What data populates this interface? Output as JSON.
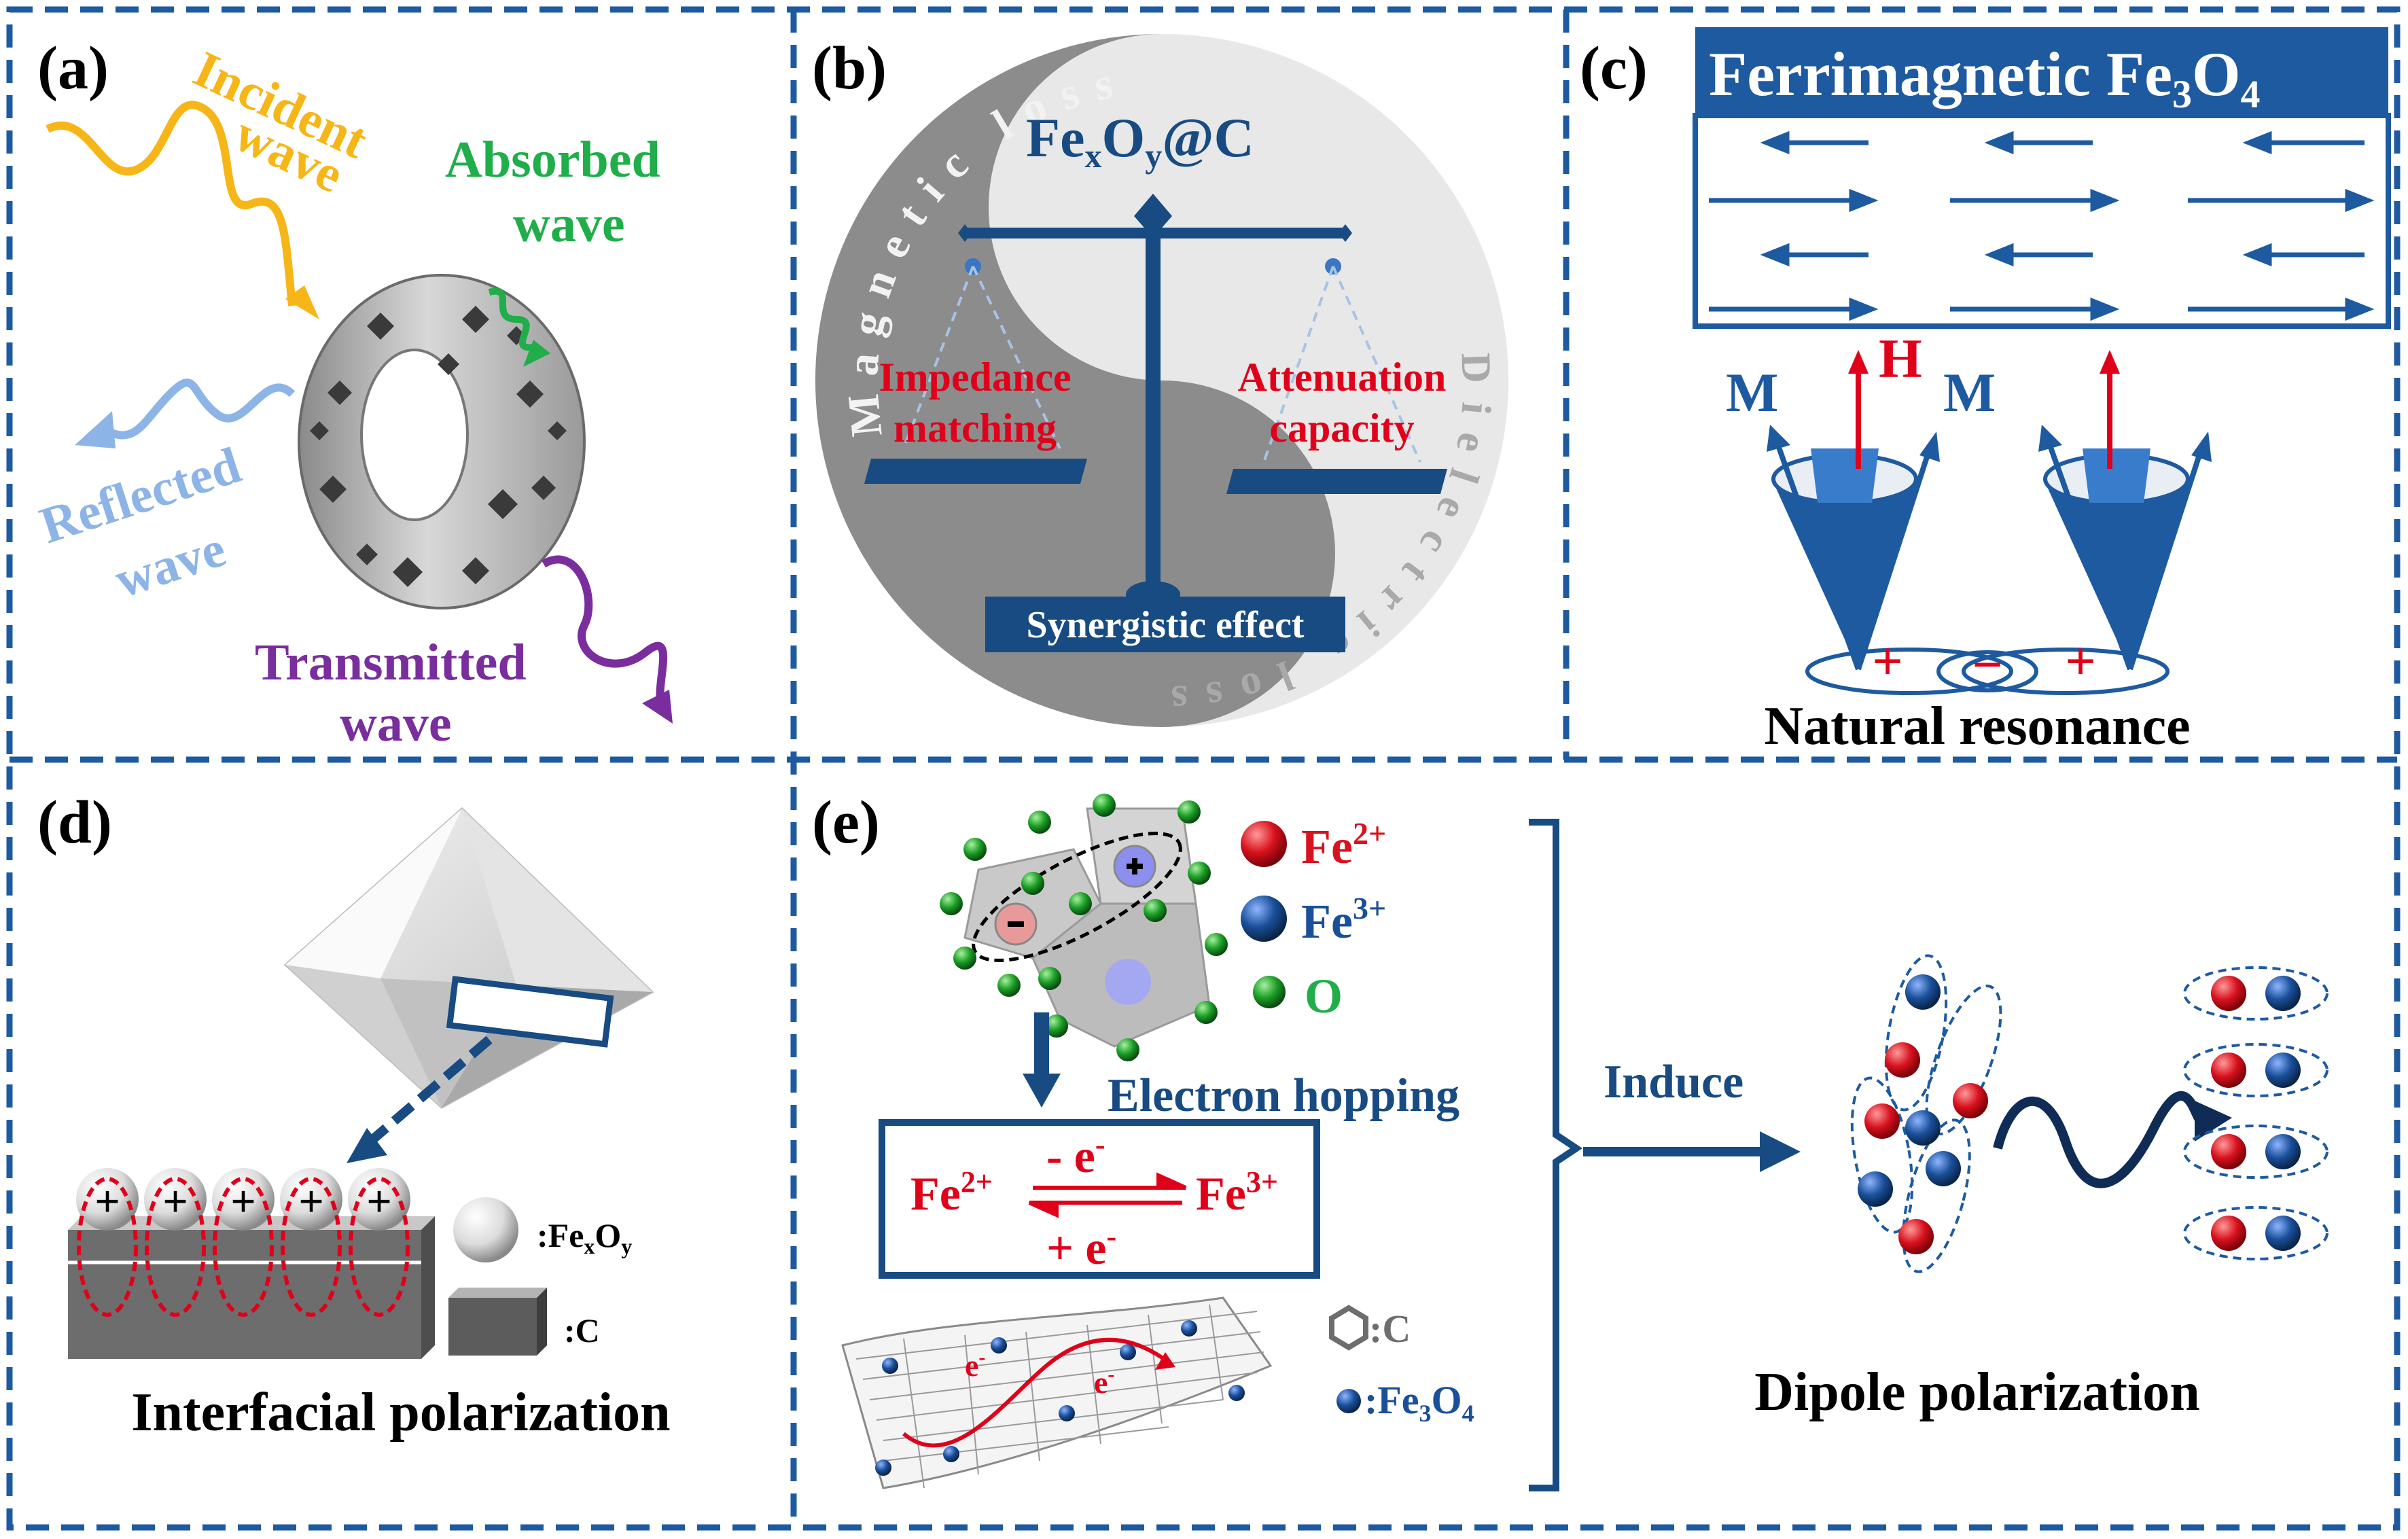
{
  "colors": {
    "frame": "#1e5aa0",
    "dark_blue": "#134f8f",
    "navy": "#174b82",
    "red": "#e0001a",
    "incident": "#f7b617",
    "absorbed": "#1fae4a",
    "reflected": "#8db4e6",
    "transmitted": "#7a2e9e",
    "fe2": "#d8121e",
    "fe3": "#1a4f9a",
    "oxygen": "#1b9e25",
    "grey_loss": "#bcbcbc"
  },
  "panel_a": {
    "label": "(a)",
    "incident": [
      "Incident",
      "wave"
    ],
    "absorbed": [
      "Absorbed",
      "wave"
    ],
    "reflected": [
      "Reflected",
      "wave"
    ],
    "transmitted": [
      "Transmitted",
      "wave"
    ]
  },
  "panel_b": {
    "label": "(b)",
    "title_main": "Fe",
    "title_sub1": "x",
    "title_mid": "O",
    "title_sub2": "y",
    "title_end": "@C",
    "arc_magnetic": "Magnetic loss",
    "arc_dielectric": "Dielectric loss",
    "left_pan": [
      "Impedance",
      "matching"
    ],
    "right_pan": [
      "Attenuation",
      "capacity"
    ],
    "base": "Synergistic effect"
  },
  "panel_c": {
    "label": "(c)",
    "title_text": "Ferrimagnetic Fe",
    "title_sub1": "3",
    "title_o": "O",
    "title_sub2": "4",
    "m_left": "M",
    "m_right": "M",
    "h_label": "H",
    "plus": "+",
    "minus": "−",
    "caption": "Natural resonance"
  },
  "panel_d": {
    "label": "(d)",
    "plus": "+",
    "legend_fexoy": ":Fe",
    "legend_x": "x",
    "legend_o": "O",
    "legend_y": "y",
    "legend_c": ":C",
    "caption": "Interfacial polarization"
  },
  "panel_e": {
    "label": "(e)",
    "fe2_text": "Fe",
    "fe2_sup": "2+",
    "fe3_text": "Fe",
    "fe3_sup": "3+",
    "o_text": "O",
    "hopping": "Electron hopping",
    "box_left": "Fe",
    "box_left_sup": "2+",
    "box_right": "Fe",
    "box_right_sup": "3+",
    "box_top": "- e",
    "box_top_sup": "-",
    "box_bottom": "+ e",
    "box_bottom_sup": "-",
    "electron": "e",
    "electron_sup": "-",
    "legend_c": ":C",
    "legend_fe3o4": ":Fe",
    "legend_3": "3",
    "legend_o": "O",
    "legend_4": "4",
    "induce": "Induce",
    "caption": "Dipole polarization"
  }
}
